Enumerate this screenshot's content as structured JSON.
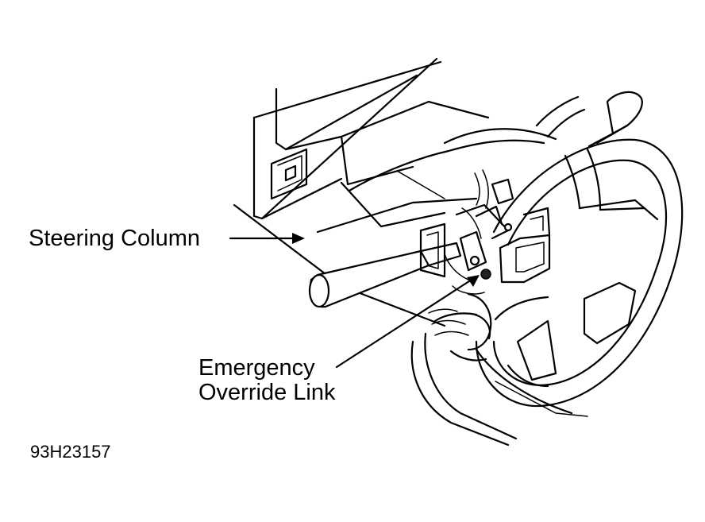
{
  "callouts": {
    "steering_column": "Steering Column",
    "emergency_override_line1": "Emergency",
    "emergency_override_line2": "Override Link"
  },
  "figure_code": "93H23157",
  "colors": {
    "ink": "#000000",
    "paper": "#ffffff"
  }
}
